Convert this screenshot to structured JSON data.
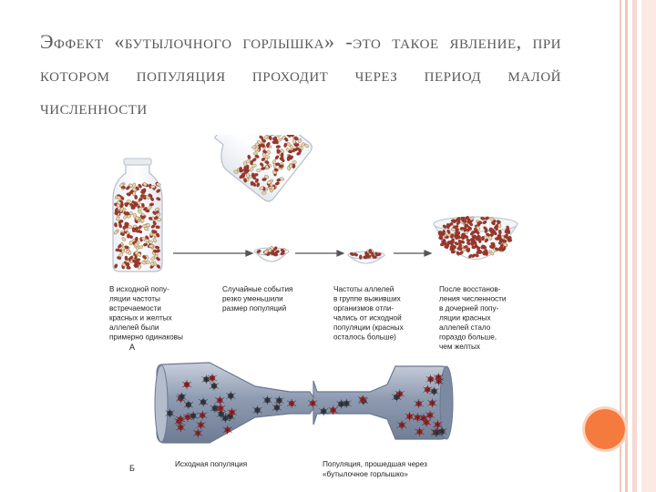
{
  "slide": {
    "title": "Эффект «бутылочного горлышка» -это такое явление, при котором популяция проходит через период малой численности"
  },
  "figure": {
    "captions_a": [
      [
        "В исходной попу-",
        "ляции частоты",
        "встречаемости",
        "красных и желтых",
        "аллелей были",
        "примерно одинаковы"
      ],
      [
        "Случайные события",
        "резко уменьшили",
        "размер популяций"
      ],
      [
        "Частоты аллелей",
        "в группе выживших",
        "организмов отли-",
        "чались от исходной",
        "популяции (красных",
        "осталось больше)"
      ],
      [
        "После восстанов-",
        "ления численности",
        "в дочерней попу-",
        "ляции красных",
        "аллелей стало",
        "гораздо больше,",
        "чем желтых"
      ]
    ],
    "label_a": "А",
    "label_b": "Б",
    "caption_b_left": "Исходная популяция",
    "caption_b_right": [
      "Популяция, прошедшая через",
      "«бутылочное горлышко»"
    ]
  },
  "colors": {
    "accent": "#f47a3e",
    "stripe": "#f2c9bd",
    "red_bean": "#a3342b",
    "yellow_bean": "#e6d7a8",
    "bottle": "#9aa7bd"
  }
}
